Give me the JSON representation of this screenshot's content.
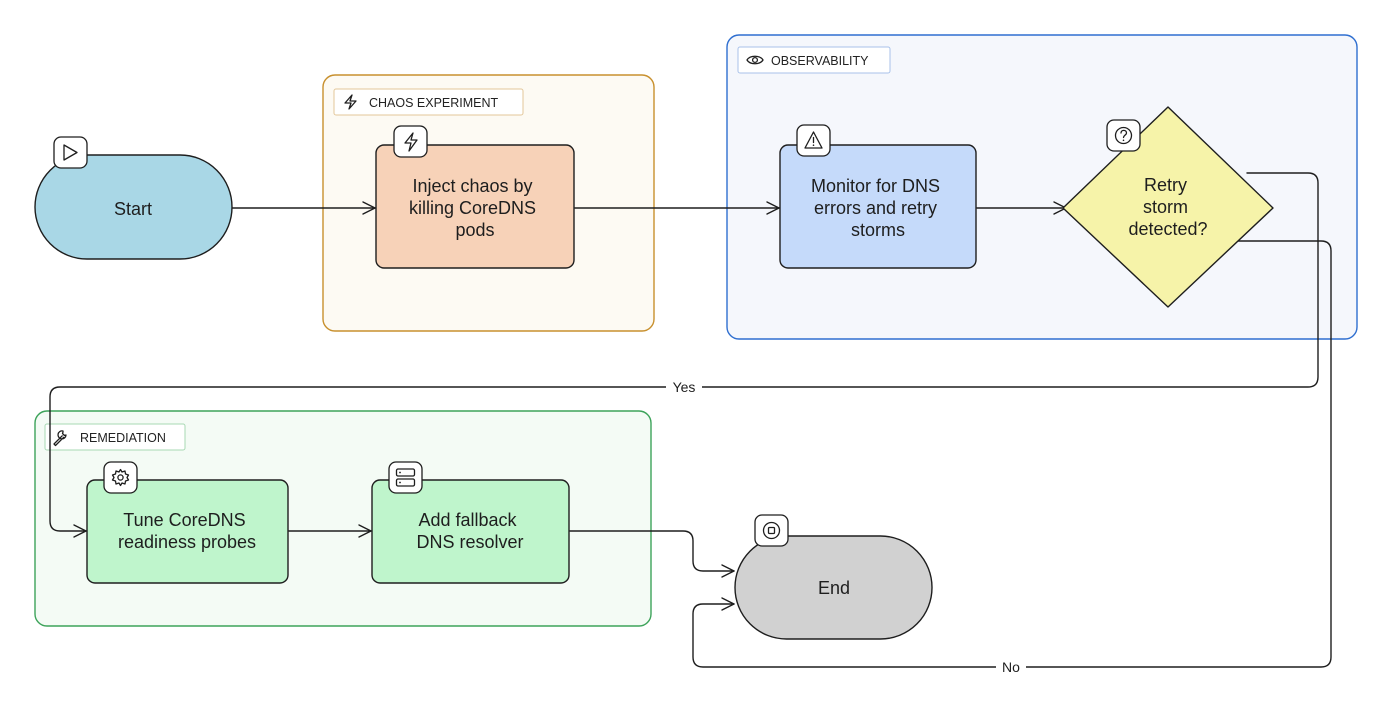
{
  "groups": {
    "chaos": {
      "label": "CHAOS EXPERIMENT",
      "icon": "lightning-icon",
      "border": "#c8902e",
      "fill": "#fdfaf3"
    },
    "observability": {
      "label": "OBSERVABILITY",
      "icon": "eye-icon",
      "border": "#2f6fd0",
      "fill": "#f5f7fc"
    },
    "remediation": {
      "label": "REMEDIATION",
      "icon": "wrench-icon",
      "border": "#3da35a",
      "fill": "#f4fbf5"
    }
  },
  "nodes": {
    "start": {
      "label": "Start",
      "icon": "play-icon",
      "fill": "#a9d7e6"
    },
    "inject": {
      "lines": [
        "Inject chaos by",
        "killing CoreDNS",
        "pods"
      ],
      "icon": "lightning-icon",
      "fill": "#f7d2b8"
    },
    "monitor": {
      "lines": [
        "Monitor for DNS",
        "errors and retry",
        "storms"
      ],
      "icon": "warning-icon",
      "fill": "#c5dafa"
    },
    "decision": {
      "lines": [
        "Retry",
        "storm",
        "detected?"
      ],
      "icon": "question-icon",
      "fill": "#f6f3a9"
    },
    "tune": {
      "lines": [
        "Tune CoreDNS",
        "readiness probes"
      ],
      "icon": "gear-icon",
      "fill": "#bff5cc"
    },
    "fallback": {
      "lines": [
        "Add fallback",
        "DNS resolver"
      ],
      "icon": "server-icon",
      "fill": "#bff5cc"
    },
    "end": {
      "label": "End",
      "icon": "stop-icon",
      "fill": "#d1d1d1"
    }
  },
  "edges": {
    "yes_label": "Yes",
    "no_label": "No"
  }
}
